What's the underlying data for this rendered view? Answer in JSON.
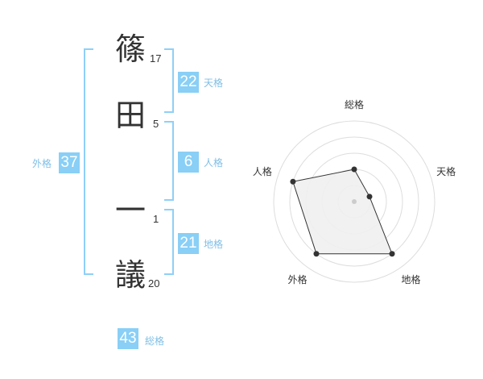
{
  "characters": [
    {
      "char": "篠",
      "strokes": "17"
    },
    {
      "char": "田",
      "strokes": "5"
    },
    {
      "char": "一",
      "strokes": "1"
    },
    {
      "char": "議",
      "strokes": "20"
    }
  ],
  "fortunes": {
    "tenkaku": {
      "value": "22",
      "label": "天格"
    },
    "jinkaku": {
      "value": "6",
      "label": "人格"
    },
    "chikaku": {
      "value": "21",
      "label": "地格"
    },
    "gaikaku": {
      "value": "37",
      "label": "外格"
    },
    "soukaku": {
      "value": "43",
      "label": "総格"
    }
  },
  "chart_data": {
    "type": "radar",
    "axes": [
      "総格",
      "天格",
      "地格",
      "外格",
      "人格"
    ],
    "values": [
      2,
      1,
      4,
      4,
      4
    ],
    "max": 5,
    "colors": {
      "fill": "#efefef",
      "stroke": "#333333",
      "grid": "#dddddd",
      "accent": "#89cff6"
    }
  }
}
